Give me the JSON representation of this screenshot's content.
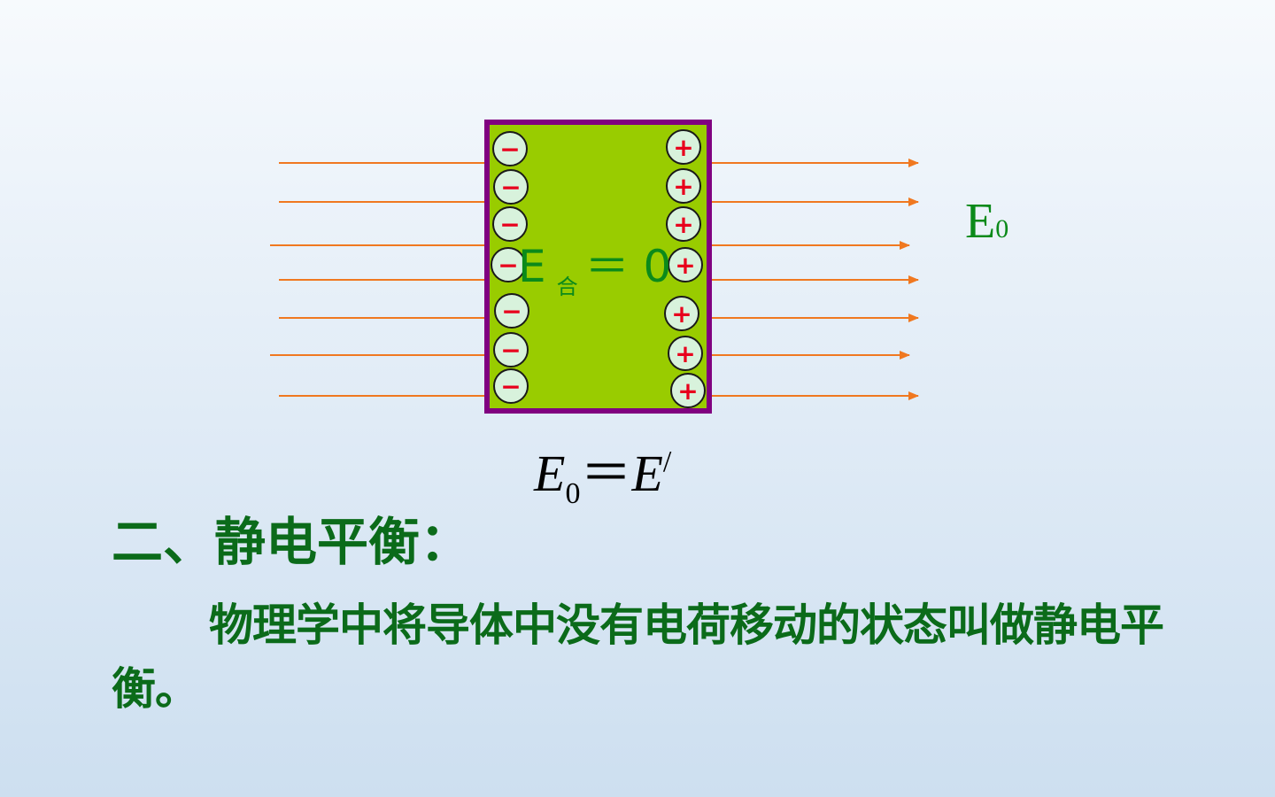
{
  "diagram": {
    "field_label_main": "E",
    "field_label_sub": "0",
    "inner_label_main": "E",
    "inner_label_sub": "合",
    "inner_label_eq": "＝ 0",
    "equation_lhs": "E",
    "equation_lhs_sub": "0",
    "equation_op": "＝",
    "equation_rhs": "E",
    "equation_rhs_sup": "/",
    "negative_symbol": "−",
    "positive_symbol": "+",
    "negative_charge_count": 7,
    "positive_charge_count": 7,
    "field_line_count": 7,
    "colors": {
      "conductor_fill": "#99cc00",
      "conductor_border": "#800080",
      "field_line": "#f07820",
      "charge_fill": "#d8f2dc",
      "charge_symbol": "#e8001c",
      "label_green": "#0b8a1a",
      "heading_green": "#0b6b1a"
    }
  },
  "text": {
    "heading": "二、静电平衡：",
    "definition": "物理学中将导体中没有电荷移动的状态叫做静电平衡。"
  }
}
